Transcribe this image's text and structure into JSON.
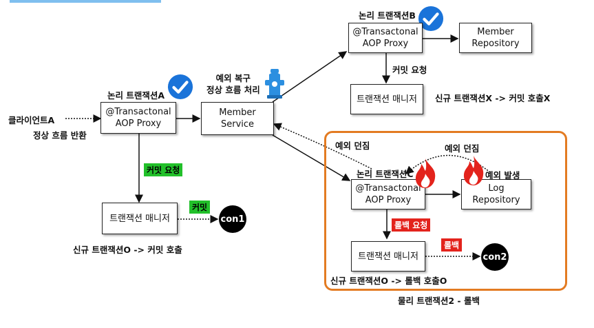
{
  "client": {
    "label": "클라이언트A",
    "return_label": "정상 흐름 반환"
  },
  "tx_a": {
    "title": "논리 트랜잭션A",
    "proxy": "@Transactonal\nAOP Proxy",
    "commit_request": "커밋 요청",
    "manager": "트랜잭션 매니저",
    "commit": "커밋",
    "conn": "con1",
    "result": "신규 트랜잭션O -> 커밋 호출"
  },
  "service": {
    "label": "Member\nService",
    "recovery": "예외 복구\n정상 흐름 처리"
  },
  "tx_b": {
    "title": "논리 트랜잭션B",
    "proxy": "@Transactonal\nAOP Proxy",
    "repository": "Member\nRepository",
    "commit_request": "커밋 요청",
    "manager": "트랜잭션 매니저",
    "result": "신규 트랜잭션X -> 커밋 호출X"
  },
  "tx_c": {
    "title": "논리 트랜잭션C",
    "proxy": "@Transactonal\nAOP Proxy",
    "repository": "Log\nRepository",
    "exception_occurs": "예외 발생",
    "exception_thrown_inner": "예외 던짐",
    "exception_thrown_outer": "예외 던짐",
    "rollback_request": "롤백 요청",
    "manager": "트랜잭션 매니저",
    "rollback": "롤백",
    "conn": "con2",
    "result": "신규 트랜잭션O -> 롤백 호출O"
  },
  "physical": {
    "label": "물리 트랜잭션2 - 롤백"
  },
  "colors": {
    "accent_blue": "#1a73d9",
    "green_tag": "#22c02a",
    "red_tag": "#e3231c",
    "orange_border": "#e37b22",
    "fire_red": "#e3231c",
    "hydrant_blue": "#2c8fe0"
  },
  "icons": [
    "check-badge-icon",
    "fire-icon",
    "fire-hydrant-icon"
  ]
}
